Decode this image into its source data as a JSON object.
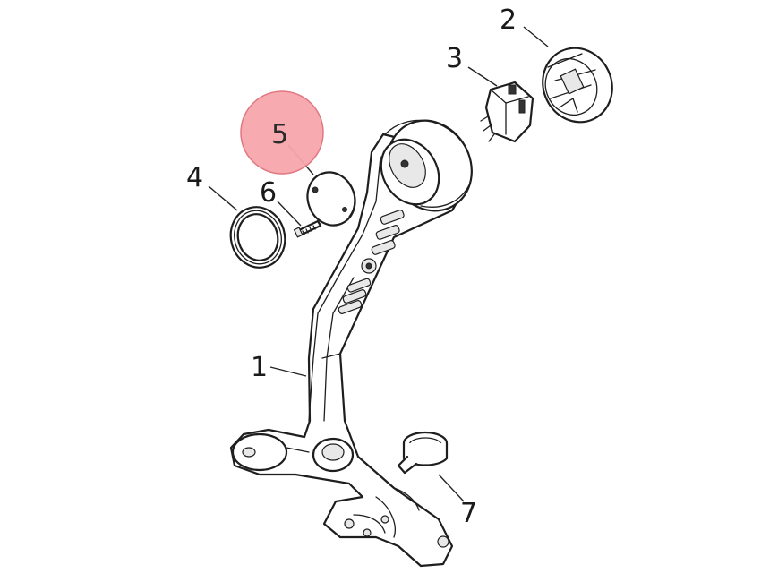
{
  "diagram": {
    "callouts": [
      {
        "id": "1",
        "label": "1"
      },
      {
        "id": "2",
        "label": "2"
      },
      {
        "id": "3",
        "label": "3"
      },
      {
        "id": "4",
        "label": "4"
      },
      {
        "id": "5",
        "label": "5",
        "highlighted": true
      },
      {
        "id": "6",
        "label": "6"
      },
      {
        "id": "7",
        "label": "7"
      }
    ],
    "highlight_color": "#f7a6ab",
    "highlight_stroke": "#e0707a",
    "line_color": "#222222"
  }
}
